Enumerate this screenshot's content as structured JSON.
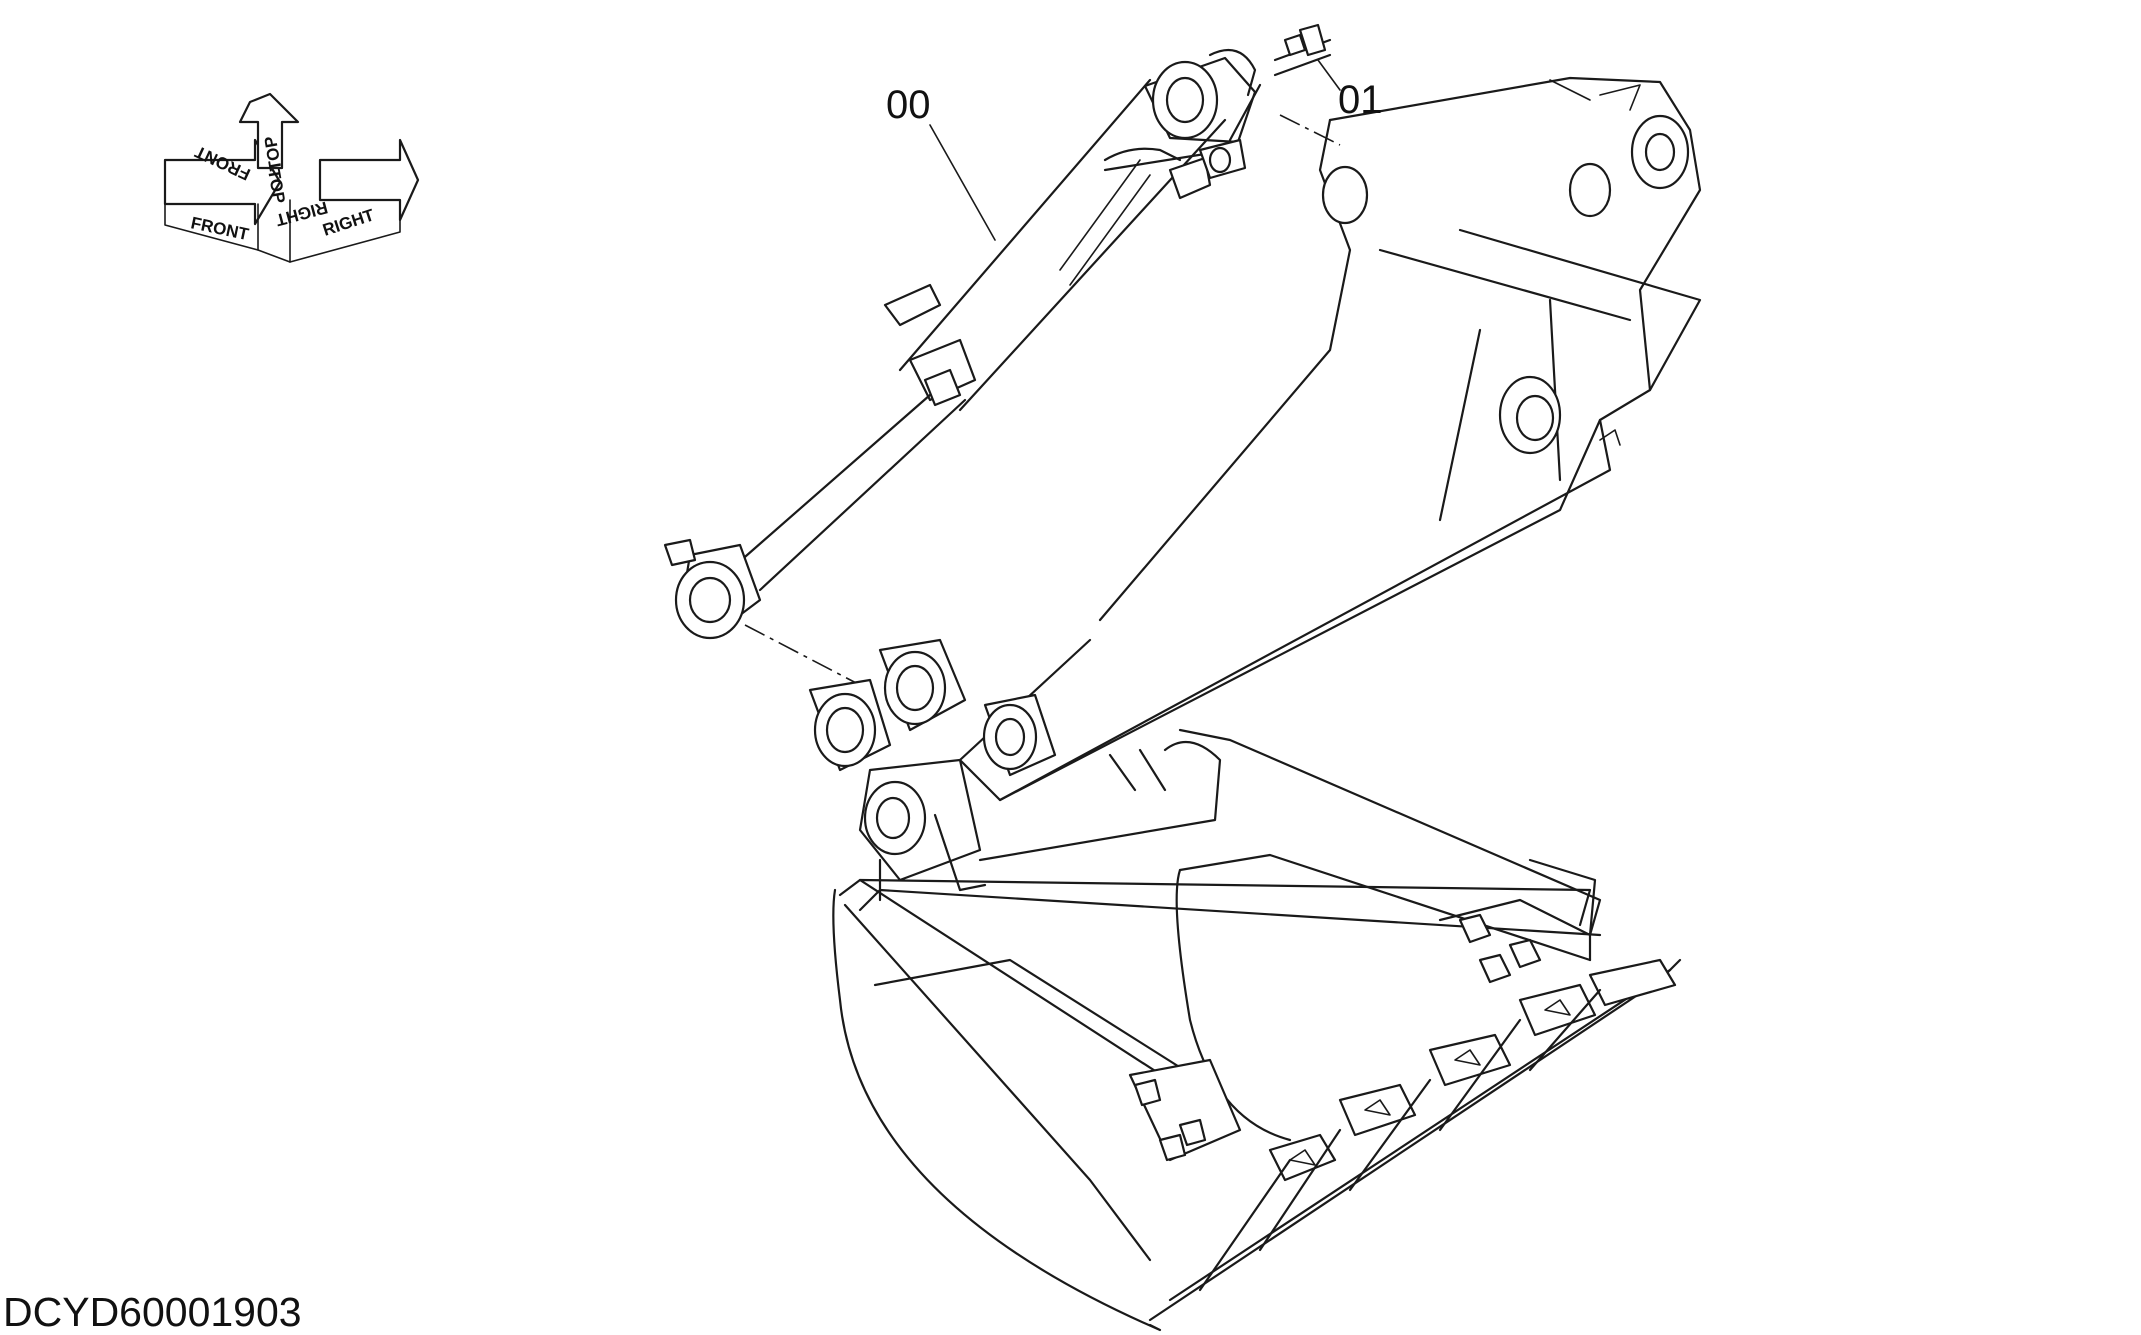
{
  "orientation": {
    "front": "FRONT",
    "top": "TOP",
    "right": "RIGHT"
  },
  "callouts": {
    "item_00": "00",
    "item_01": "01"
  },
  "document_id": "DCYD60001903"
}
